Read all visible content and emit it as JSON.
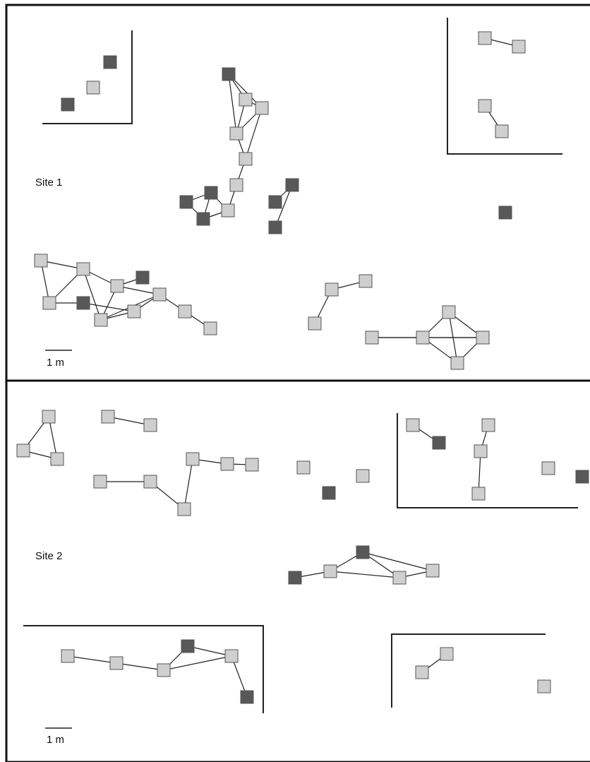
{
  "colors": {
    "light_square": "#cfcfcf",
    "dark_square": "#585858",
    "square_stroke": "#555555",
    "line": "#222222",
    "wall": "#222222",
    "frame": "#111111"
  },
  "panels": [
    {
      "id": "site1",
      "label": "Site 1",
      "scale_label": "1 m",
      "squares": [
        {
          "id": "a1",
          "tone": "dark"
        },
        {
          "id": "a2",
          "tone": "light"
        },
        {
          "id": "a3",
          "tone": "dark"
        },
        {
          "id": "b1",
          "tone": "light"
        },
        {
          "id": "b2",
          "tone": "light"
        },
        {
          "id": "b3",
          "tone": "light"
        },
        {
          "id": "b4",
          "tone": "light"
        },
        {
          "id": "c1",
          "tone": "dark"
        },
        {
          "id": "c2",
          "tone": "light"
        },
        {
          "id": "c3",
          "tone": "light"
        },
        {
          "id": "c4",
          "tone": "light"
        },
        {
          "id": "c5",
          "tone": "light"
        },
        {
          "id": "c6",
          "tone": "light"
        },
        {
          "id": "d1",
          "tone": "dark"
        },
        {
          "id": "d2",
          "tone": "dark"
        },
        {
          "id": "d3",
          "tone": "dark"
        },
        {
          "id": "d4",
          "tone": "light"
        },
        {
          "id": "e1",
          "tone": "dark"
        },
        {
          "id": "e2",
          "tone": "dark"
        },
        {
          "id": "e3",
          "tone": "dark"
        },
        {
          "id": "f1",
          "tone": "dark"
        },
        {
          "id": "g1",
          "tone": "light"
        },
        {
          "id": "g2",
          "tone": "light"
        },
        {
          "id": "g3",
          "tone": "light"
        },
        {
          "id": "g4",
          "tone": "dark"
        },
        {
          "id": "g5",
          "tone": "light"
        },
        {
          "id": "g6",
          "tone": "light"
        },
        {
          "id": "g7",
          "tone": "dark"
        },
        {
          "id": "g8",
          "tone": "light"
        },
        {
          "id": "g9",
          "tone": "light"
        },
        {
          "id": "g10",
          "tone": "light"
        },
        {
          "id": "g11",
          "tone": "light"
        },
        {
          "id": "h1",
          "tone": "light"
        },
        {
          "id": "h2",
          "tone": "light"
        },
        {
          "id": "h3",
          "tone": "light"
        },
        {
          "id": "i1",
          "tone": "light"
        },
        {
          "id": "i2",
          "tone": "light"
        },
        {
          "id": "i3",
          "tone": "light"
        },
        {
          "id": "i4",
          "tone": "light"
        },
        {
          "id": "i5",
          "tone": "light"
        }
      ],
      "links": [
        [
          "b1",
          "b2"
        ],
        [
          "b3",
          "b4"
        ],
        [
          "c1",
          "c2"
        ],
        [
          "c1",
          "c3"
        ],
        [
          "c1",
          "c4"
        ],
        [
          "c2",
          "c3"
        ],
        [
          "c2",
          "c4"
        ],
        [
          "c3",
          "c4"
        ],
        [
          "c3",
          "c5"
        ],
        [
          "c4",
          "c5"
        ],
        [
          "c5",
          "c6"
        ],
        [
          "c6",
          "d4"
        ],
        [
          "d1",
          "d2"
        ],
        [
          "d1",
          "d3"
        ],
        [
          "d2",
          "d3"
        ],
        [
          "d2",
          "d4"
        ],
        [
          "d3",
          "d4"
        ],
        [
          "e1",
          "e2"
        ],
        [
          "e1",
          "e3"
        ],
        [
          "g1",
          "g2"
        ],
        [
          "g1",
          "g3"
        ],
        [
          "g2",
          "g3"
        ],
        [
          "g2",
          "g5"
        ],
        [
          "g2",
          "g6"
        ],
        [
          "g3",
          "g4"
        ],
        [
          "g5",
          "g6"
        ],
        [
          "g5",
          "g9"
        ],
        [
          "g4",
          "g8"
        ],
        [
          "g6",
          "g8"
        ],
        [
          "g7",
          "g5"
        ],
        [
          "g8",
          "g9"
        ],
        [
          "g9",
          "g10"
        ],
        [
          "g10",
          "g11"
        ],
        [
          "g6",
          "g9"
        ],
        [
          "h1",
          "h2"
        ],
        [
          "h1",
          "h3"
        ],
        [
          "i1",
          "i3"
        ],
        [
          "i1",
          "i4"
        ],
        [
          "i2",
          "i3"
        ],
        [
          "i2",
          "i4"
        ],
        [
          "i2",
          "i5"
        ],
        [
          "i3",
          "i4"
        ],
        [
          "i3",
          "i5"
        ],
        [
          "i4",
          "i5"
        ]
      ]
    },
    {
      "id": "site2",
      "label": "Site 2",
      "scale_label": "1 m",
      "squares": [
        {
          "id": "a1",
          "tone": "light"
        },
        {
          "id": "a2",
          "tone": "light"
        },
        {
          "id": "a3",
          "tone": "light"
        },
        {
          "id": "b1",
          "tone": "light"
        },
        {
          "id": "b2",
          "tone": "light"
        },
        {
          "id": "c1",
          "tone": "light"
        },
        {
          "id": "c2",
          "tone": "light"
        },
        {
          "id": "c3",
          "tone": "light"
        },
        {
          "id": "c4",
          "tone": "light"
        },
        {
          "id": "c5",
          "tone": "light"
        },
        {
          "id": "c6",
          "tone": "light"
        },
        {
          "id": "d1",
          "tone": "light"
        },
        {
          "id": "d2",
          "tone": "dark"
        },
        {
          "id": "d3",
          "tone": "light"
        },
        {
          "id": "e1",
          "tone": "light"
        },
        {
          "id": "e2",
          "tone": "dark"
        },
        {
          "id": "e3",
          "tone": "light"
        },
        {
          "id": "e4",
          "tone": "light"
        },
        {
          "id": "e5",
          "tone": "light"
        },
        {
          "id": "e6",
          "tone": "light"
        },
        {
          "id": "e7",
          "tone": "dark"
        },
        {
          "id": "f1",
          "tone": "dark"
        },
        {
          "id": "f2",
          "tone": "light"
        },
        {
          "id": "f3",
          "tone": "dark"
        },
        {
          "id": "f4",
          "tone": "light"
        },
        {
          "id": "f5",
          "tone": "light"
        },
        {
          "id": "g1",
          "tone": "light"
        },
        {
          "id": "g2",
          "tone": "light"
        },
        {
          "id": "g3",
          "tone": "light"
        },
        {
          "id": "g4",
          "tone": "dark"
        },
        {
          "id": "g5",
          "tone": "light"
        },
        {
          "id": "g6",
          "tone": "dark"
        },
        {
          "id": "h1",
          "tone": "light"
        },
        {
          "id": "h2",
          "tone": "light"
        },
        {
          "id": "h3",
          "tone": "light"
        }
      ],
      "links": [
        [
          "a1",
          "a2"
        ],
        [
          "a1",
          "a3"
        ],
        [
          "a2",
          "a3"
        ],
        [
          "b1",
          "b2"
        ],
        [
          "c1",
          "c2"
        ],
        [
          "c2",
          "c3"
        ],
        [
          "c3",
          "c4"
        ],
        [
          "c4",
          "c5"
        ],
        [
          "c5",
          "c6"
        ],
        [
          "e1",
          "e2"
        ],
        [
          "e3",
          "e4"
        ],
        [
          "e4",
          "e5"
        ],
        [
          "f1",
          "f2"
        ],
        [
          "f2",
          "f3"
        ],
        [
          "f2",
          "f4"
        ],
        [
          "f3",
          "f4"
        ],
        [
          "f3",
          "f5"
        ],
        [
          "f4",
          "f5"
        ],
        [
          "g1",
          "g2"
        ],
        [
          "g2",
          "g3"
        ],
        [
          "g3",
          "g4"
        ],
        [
          "g4",
          "g5"
        ],
        [
          "g3",
          "g5"
        ],
        [
          "g5",
          "g6"
        ],
        [
          "h1",
          "h2"
        ]
      ]
    }
  ]
}
